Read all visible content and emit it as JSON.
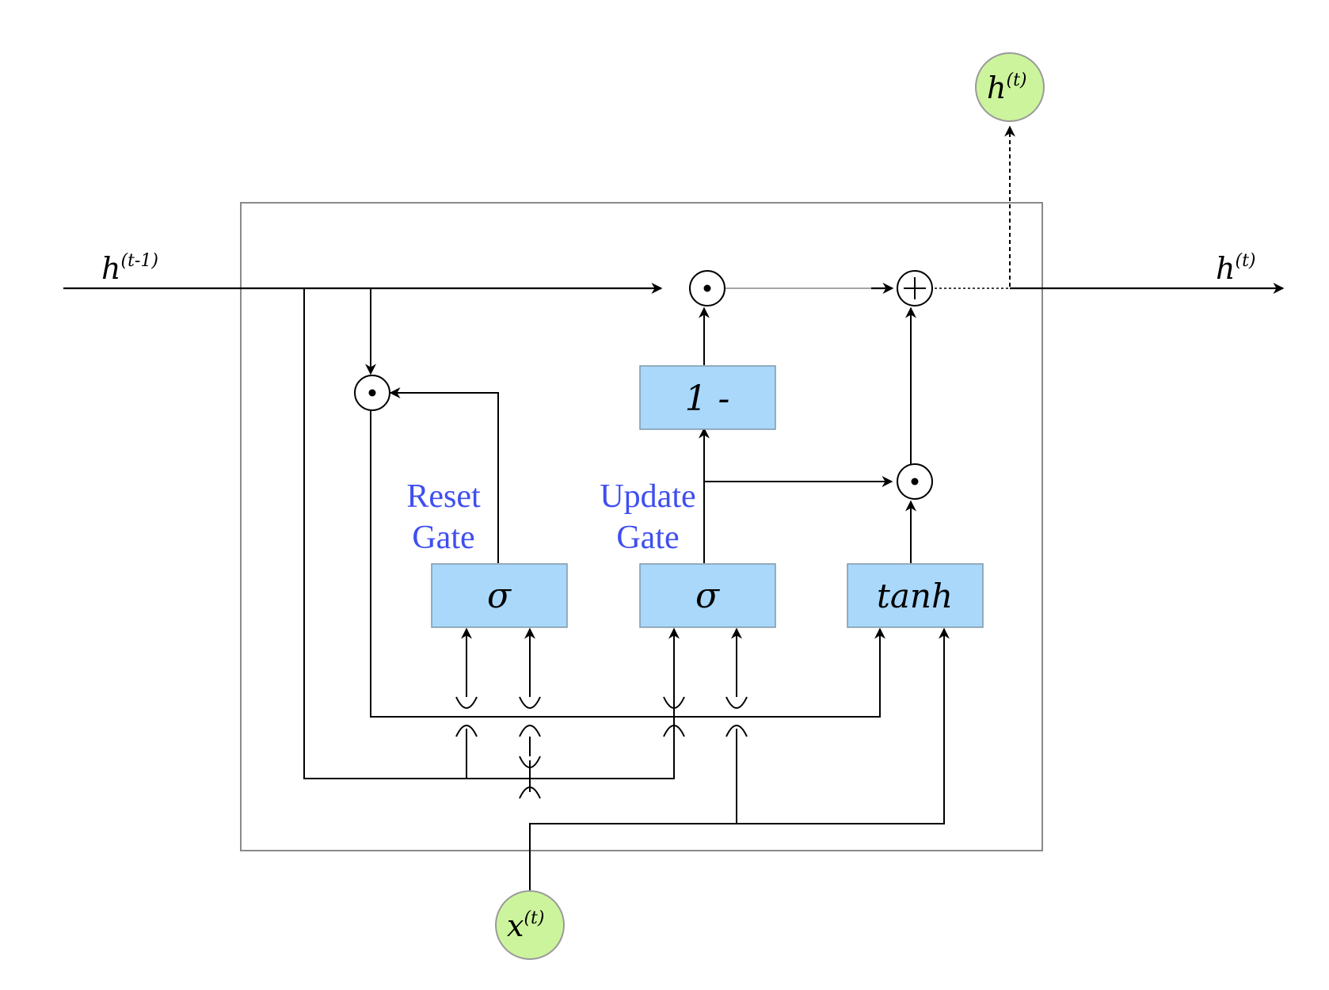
{
  "labels": {
    "h_prev": {
      "base": "h",
      "sup": "(t-1)"
    },
    "h_out_right": {
      "base": "h",
      "sup": "(t)"
    },
    "h_out_top": {
      "base": "h",
      "sup": "(t)"
    },
    "x_in": {
      "base": "x",
      "sup": "(t)"
    }
  },
  "gates": {
    "reset_line1": "Reset",
    "reset_line2": "Gate",
    "update_line1": "Update",
    "update_line2": "Gate"
  },
  "boxes": {
    "reset_sigma": "σ",
    "update_sigma": "σ",
    "tanh": "tanh",
    "one_minus": "1 -"
  },
  "operators": {
    "multiply": "⊙",
    "add": "+"
  },
  "colors": {
    "box_fill": "#a9d8fb",
    "box_stroke": "#7f97a8",
    "node_fill": "#ccf49c",
    "gate_text": "#3f4ff0",
    "frame": "#8a8a8a"
  }
}
